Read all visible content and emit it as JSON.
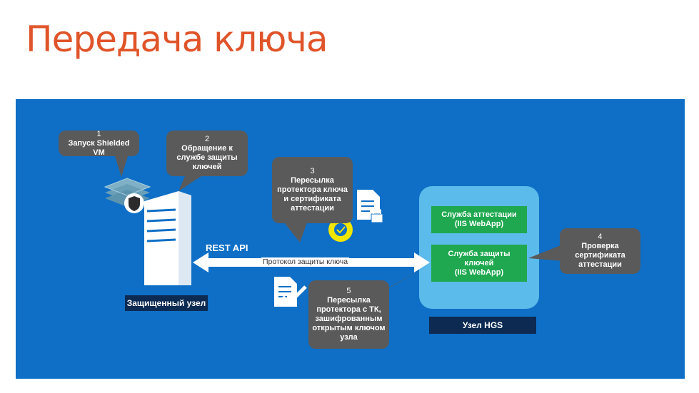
{
  "title": "Передача ключа",
  "colors": {
    "title": "#e0542a",
    "panel": "#0f6fc6",
    "callout": "#5a5a5a",
    "hgs_area": "#5bbbea",
    "service_box": "#1fa84f",
    "node_label": "#0c2a52",
    "certificate_badge": "#f2e600"
  },
  "callouts": {
    "step1": {
      "number": "1",
      "text": "Запуск Shielded VM"
    },
    "step2": {
      "number": "2",
      "text": "Обращение к\nслужбе защиты\nключей"
    },
    "step3": {
      "number": "3",
      "text": "Пересылка\nпротектора ключа\nи сертификата\nаттестации"
    },
    "step4": {
      "number": "4",
      "text": "Проверка\nсертификата\nаттестации"
    },
    "step5": {
      "number": "5",
      "text": "Пересылка\nпротектора с ТК,\nзашифрованным\nоткрытым ключом\nузла"
    }
  },
  "services": {
    "attestation": "Служба аттестации\n(IIS WebApp)",
    "key_protection": "Служба защиты\nключей\n(IIS WebApp)"
  },
  "labels": {
    "guarded_host": "Защищенный узел",
    "hgs_node": "Узел HGS",
    "rest_api": "REST API",
    "protocol": "Протокол защиты ключа"
  },
  "icons": [
    "vm-stack-icon",
    "shield-icon",
    "server-icon",
    "document-lock-icon",
    "certificate-badge-icon",
    "document-check-icon"
  ]
}
